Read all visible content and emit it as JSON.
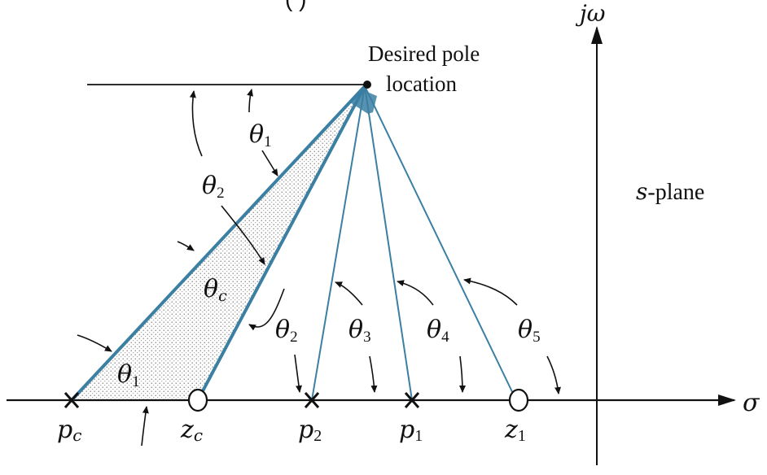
{
  "header_fragment": "(          )",
  "axes": {
    "imag_axis_label": "jω",
    "real_axis_label": "σ",
    "plane_label": "s-plane"
  },
  "desired_pole_label": [
    "Desired pole",
    "location"
  ],
  "points": {
    "pc": {
      "sym": "p",
      "sub": "c"
    },
    "zc": {
      "sym": "z",
      "sub": "c"
    },
    "p2": {
      "sym": "p",
      "sub": "2"
    },
    "p1": {
      "sym": "p",
      "sub": "1"
    },
    "z1": {
      "sym": "z",
      "sub": "1"
    }
  },
  "angles": {
    "theta1_top": {
      "sym": "θ",
      "sub": "1"
    },
    "theta2_top": {
      "sym": "θ",
      "sub": "2"
    },
    "thetac": {
      "sym": "θ",
      "sub": "c"
    },
    "theta1_bottom": {
      "sym": "θ",
      "sub": "1"
    },
    "theta2_bottom": {
      "sym": "θ",
      "sub": "2"
    },
    "theta3": {
      "sym": "θ",
      "sub": "3"
    },
    "theta4": {
      "sym": "θ",
      "sub": "4"
    },
    "theta5": {
      "sym": "θ",
      "sub": "5"
    }
  },
  "colors": {
    "line_blue": "#3b7fa3",
    "axis": "#111111",
    "shade": "#9a9a9a"
  }
}
